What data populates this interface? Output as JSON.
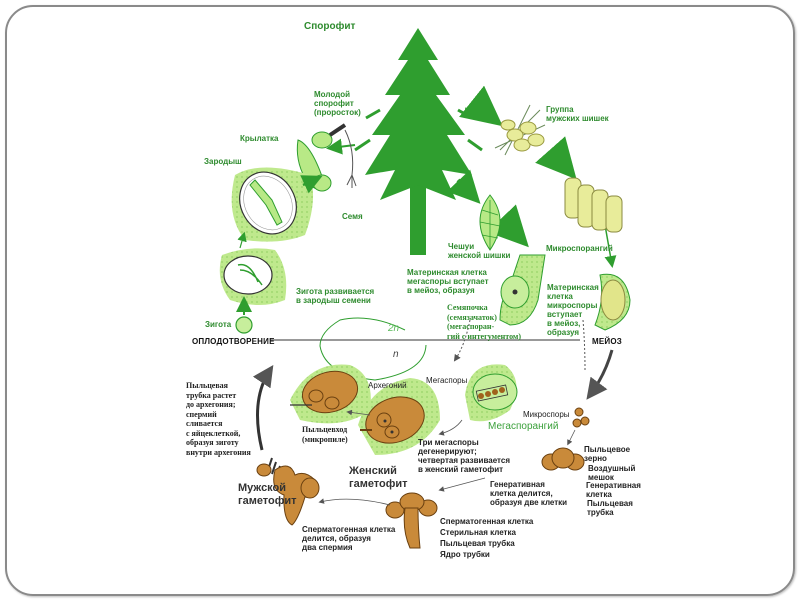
{
  "diagram": {
    "title": "Спорофит",
    "phases": {
      "fertilization": "ОПЛОДОТВОРЕНИЕ",
      "meiosis": "МЕЙОЗ",
      "diploid": "2n",
      "haploid": "n"
    },
    "labels": {
      "young_sporophyte": "Молодой\nспорофит\n(проросток)",
      "wing": "Крылатка",
      "embryo": "Зародыш",
      "seed": "Семя",
      "zygote_develops": "Зигота развивается\nв зародыш семени",
      "zygote": "Зигота",
      "male_cones": "Группа\nмужских шишек",
      "female_scale": "Чешуи\nженской шишки",
      "microsporangium": "Микроспорангий",
      "megaspore_mother": "Материнская клетка\nмегаспоры вступает\nв мейоз, образуя",
      "ovule": "Семяпочка\n(семязачаток)\n(мегаспоран-\nгий с интегументом)",
      "microspore_mother": "Материнская\nклетка\nмикроспоры\nвступает\nв мейоз,\nобразуя",
      "pollen_tube_grows": "Пыльцевая\nтрубка растет\nдо архегония;\nспермий\nсливается\nс яйцеклеткой,\nобразуя зиготу\nвнутри архегония",
      "archegonium": "Архегоний",
      "micropyle": "Пыльцевход\n(микропиле)",
      "megaspores": "Мегаспоры",
      "megasporangium": "Мегаспорангий",
      "three_megaspores": "Три мегаспоры\nдегенерируют;\nчетвертая развивается\nв женский гаметофит",
      "female_gametophyte": "Женский\nгаметофит",
      "microspores": "Микроспоры",
      "pollen_grain": "Пыльцевое\nзерно",
      "air_sac": "Воздушный\nмешок",
      "generative_cell": "Генеративная\nклетка",
      "pollen_tube": "Пыльцевая\nтрубка",
      "generative_divides": "Генеративная\nклетка делится,\nобразуя две клетки",
      "male_gametophyte": "Мужской\nгаметофит",
      "spermatogenous_divides": "Сперматогенная клетка\nделится, образуя\nдва спермия",
      "spermatogenous_cell": "Сперматогенная клетка",
      "sterile_cell": "Стерильная клетка",
      "pollen_tube_2": "Пыльцевая трубка",
      "tube_nucleus": "Ядро трубки"
    },
    "colors": {
      "plant_green": "#2f9e2f",
      "tissue_green": "#b8e986",
      "gametophyte_brown": "#c98a3a",
      "text_green": "#2e8b2e",
      "pollen_yellow": "#e8ec9a"
    }
  }
}
